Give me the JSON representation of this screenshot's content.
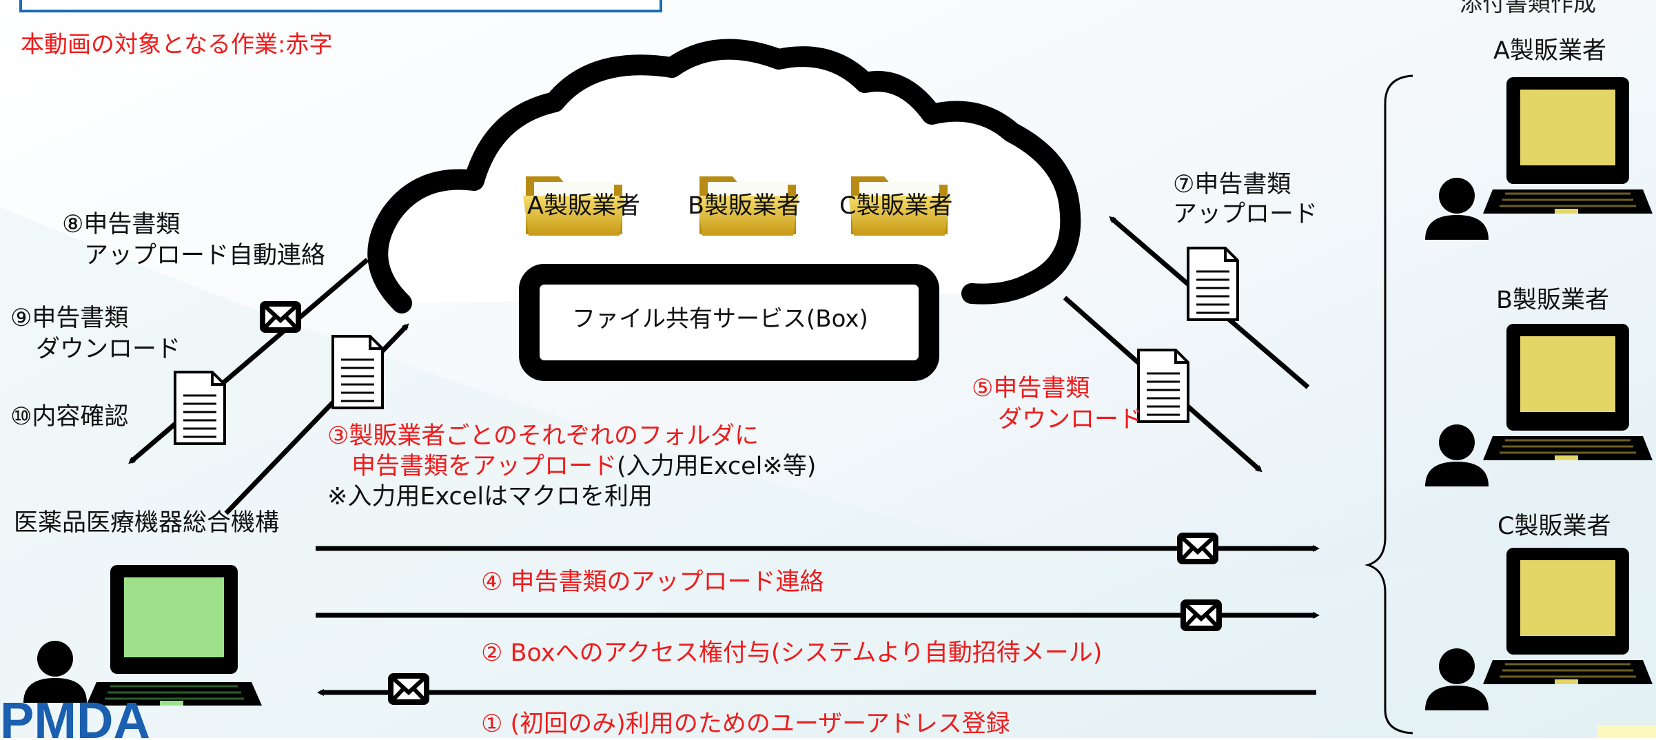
{
  "header": {
    "note": "本動画の対象となる作業:赤字",
    "top_right_fragment": "添付書類作成"
  },
  "colors": {
    "red_text": "#ee1c1c",
    "frame_blue": "#1a6bb5",
    "pc_green": "#9de08a",
    "pc_yellow": "#e3d667"
  },
  "cloud": {
    "folders": [
      "A製販業者",
      "B製販業者",
      "C製販業者"
    ],
    "service_label": "ファイル共有サービス(Box)"
  },
  "left_steps": {
    "step8": [
      "⑧申告書類",
      "アップロード自動連絡"
    ],
    "step9": [
      "⑨申告書類",
      "ダウンロード"
    ],
    "step10": "⑩内容確認"
  },
  "pmda": {
    "label": "医薬品医療機器総合機構",
    "logo_fragment": "PMDA"
  },
  "step3": {
    "red_line1": "③製販業者ごとのそれぞれのフォルダに",
    "red_line2": "申告書類をアップロード",
    "black_suffix": "(入力用Excel※等)",
    "note": "※入力用Excelはマクロを利用"
  },
  "step5": [
    "⑤申告書類",
    "ダウンロード"
  ],
  "step7": [
    "⑦申告書類",
    "アップロード"
  ],
  "flow_steps": {
    "step4": "④ 申告書類のアップロード連絡",
    "step2": "② Boxへのアクセス権付与(システムより自動招待メール)",
    "step1": "① (初回のみ)利用のためのユーザーアドレス登録"
  },
  "companies": [
    "A製販業者",
    "B製販業者",
    "C製販業者"
  ]
}
